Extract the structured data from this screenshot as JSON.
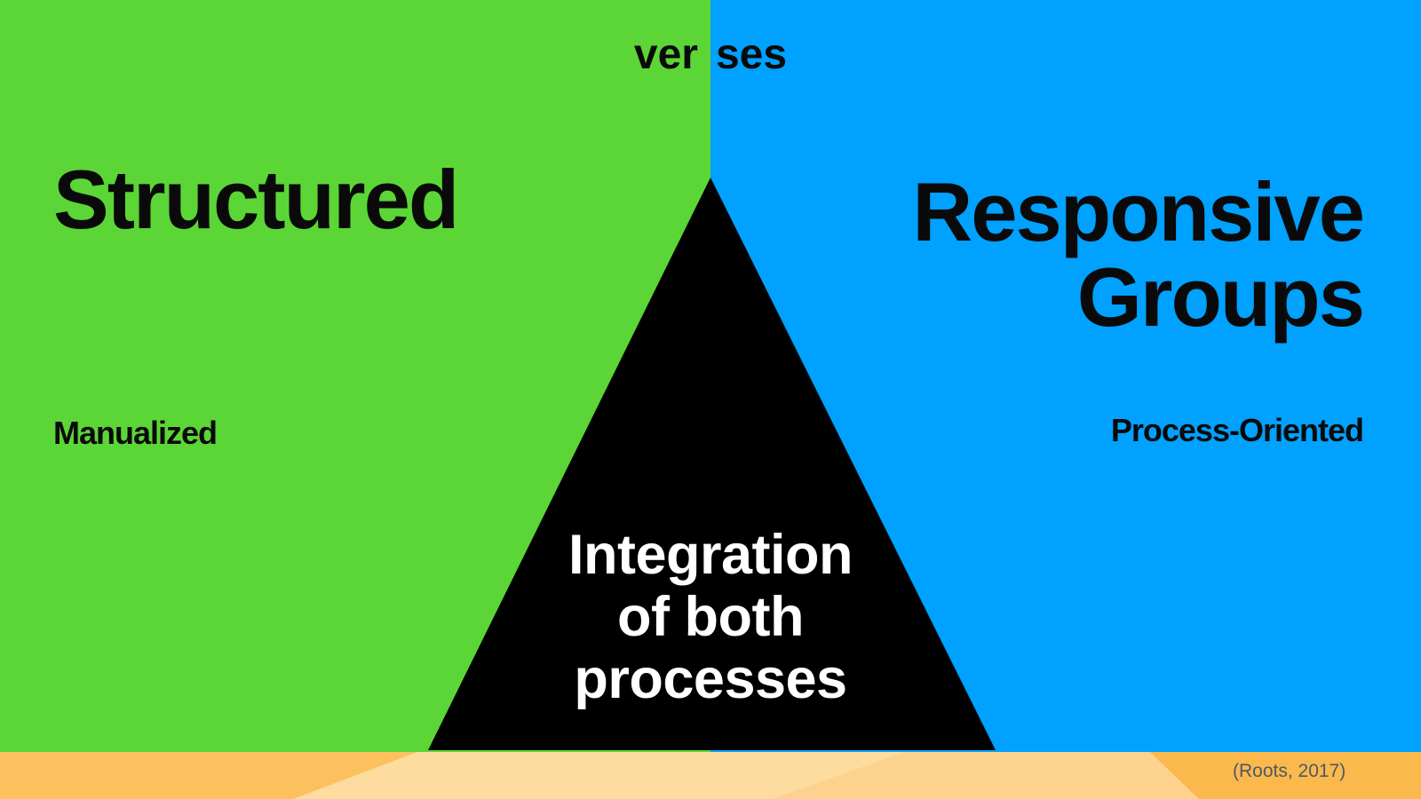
{
  "colors": {
    "green_panel": "#5BD636",
    "blue_panel": "#00A1FF",
    "triangle": "#000000",
    "heading_text": "#0A0A0A",
    "triangle_text": "#FFFFFF",
    "footer_base": "#FCC05E",
    "footer_lighter_wedge": "#FDDCA0",
    "footer_light_wedge": "#FCD28E",
    "footer_right_wedge": "#FBB84D",
    "citation_text": "#4D5A64"
  },
  "versus": {
    "left_fragment": "ver",
    "right_fragment": "ses"
  },
  "left_panel": {
    "title": "Structured",
    "subtitle": "Manualized"
  },
  "right_panel": {
    "title": "Responsive\nGroups",
    "subtitle": "Process-Oriented"
  },
  "center_triangle": {
    "label": "Integration\nof both\nprocesses"
  },
  "footer": {
    "citation": "(Roots, 2017)"
  }
}
